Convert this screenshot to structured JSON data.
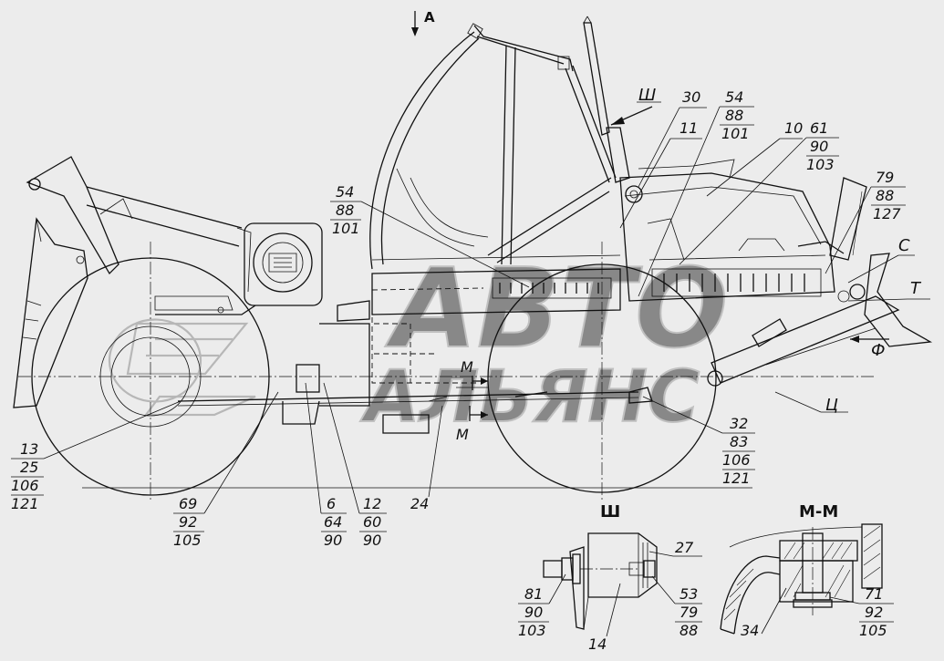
{
  "view_labels": {
    "view_a": "А",
    "view_sh": "Ш",
    "section_mm": "М-М",
    "mark_sh": "Ш",
    "mark_c": "С",
    "mark_t": "Т",
    "mark_f": "Ф",
    "mark_ts": "Ц",
    "mark_m_top": "М",
    "mark_m_bottom": "М"
  },
  "callouts": {
    "c30": "30",
    "c11": "11",
    "c54_88_101_top": [
      "54",
      "88",
      "101"
    ],
    "c10": "10",
    "c61_90_103": [
      "61",
      "90",
      "103"
    ],
    "c79_88_127": [
      "79",
      "88",
      "127"
    ],
    "c54_88_101_left": [
      "54",
      "88",
      "101"
    ],
    "c13_25_106_121": [
      "13",
      "25",
      "106",
      "121"
    ],
    "c69_92_105": [
      "69",
      "92",
      "105"
    ],
    "c6_64_90": [
      "6",
      "64",
      "90"
    ],
    "c12_60_90": [
      "12",
      "60",
      "90"
    ],
    "c24": "24",
    "c32_83_106_121": [
      "32",
      "83",
      "106",
      "121"
    ],
    "c27": "27",
    "c81_90_103": [
      "81",
      "90",
      "103"
    ],
    "c14": "14",
    "c53_79_88": [
      "53",
      "79",
      "88"
    ],
    "c71_92_105": [
      "71",
      "92",
      "105"
    ],
    "c34": "34"
  },
  "watermark": {
    "line1": "АВТО",
    "line2": "АЛЬЯНС"
  }
}
